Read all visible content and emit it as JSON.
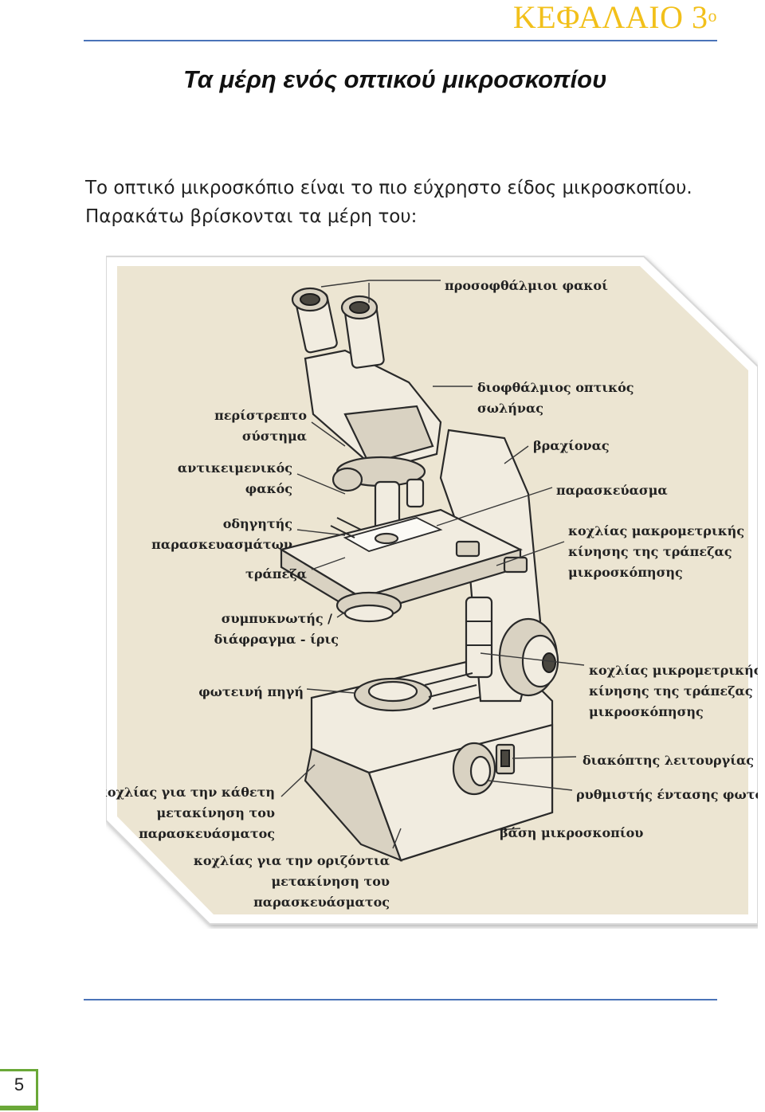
{
  "header": {
    "chapter_word": "ΚΕΦΑΛΑΙΟ 3",
    "chapter_sup": "ο"
  },
  "subtitle": "Τα μέρη ενός οπτικού μικροσκοπίου",
  "paragraph": {
    "line1": "Το οπτικό μικροσκόπιο είναι το πιο εύχρηστο είδος μικροσκοπίου.",
    "line2": "Παρακάτω βρίσκονται τα μέρη του:"
  },
  "figure": {
    "labels_right": [
      {
        "line1": "προσοφθάλμιοι φακοί"
      },
      {
        "line1": "διοφθάλμιος οπτικός",
        "line2": "σωλήνας"
      },
      {
        "line1": "βραχίονας"
      },
      {
        "line1": "παρασκεύασμα"
      },
      {
        "line1": "κοχλίας μακρομετρικής",
        "line2": "κίνησης της τράπεζας",
        "line3": "μικροσκόπησης"
      },
      {
        "line1": "κοχλίας μικρομετρικής",
        "line2": "κίνησης της τράπεζας",
        "line3": "μικροσκόπησης"
      },
      {
        "line1": "διακόπτης λειτουργίας"
      },
      {
        "line1": "ρυθμιστής έντασης φωτός"
      },
      {
        "line1": "βάση μικροσκοπίου"
      }
    ],
    "labels_left": [
      {
        "line1": "περίστρεπτο",
        "line2": "σύστημα"
      },
      {
        "line1": "αντικειμενικός",
        "line2": "φακός"
      },
      {
        "line1": "οδηγητής",
        "line2": "παρασκευασμάτων"
      },
      {
        "line1": "τράπεζα"
      },
      {
        "line1": "συμπυκνωτής /",
        "line2": "διάφραγμα - ίρις"
      },
      {
        "line1": "φωτεινή πηγή"
      },
      {
        "line1": "κοχλίας για την κάθετη",
        "line2": "μετακίνηση του",
        "line3": "παρασκευάσματος"
      },
      {
        "line1": "κοχλίας για την οριζόντια",
        "line2": "μετακίνηση του",
        "line3": "παρασκευάσματος"
      }
    ]
  },
  "footer": {
    "page_number": "5"
  }
}
